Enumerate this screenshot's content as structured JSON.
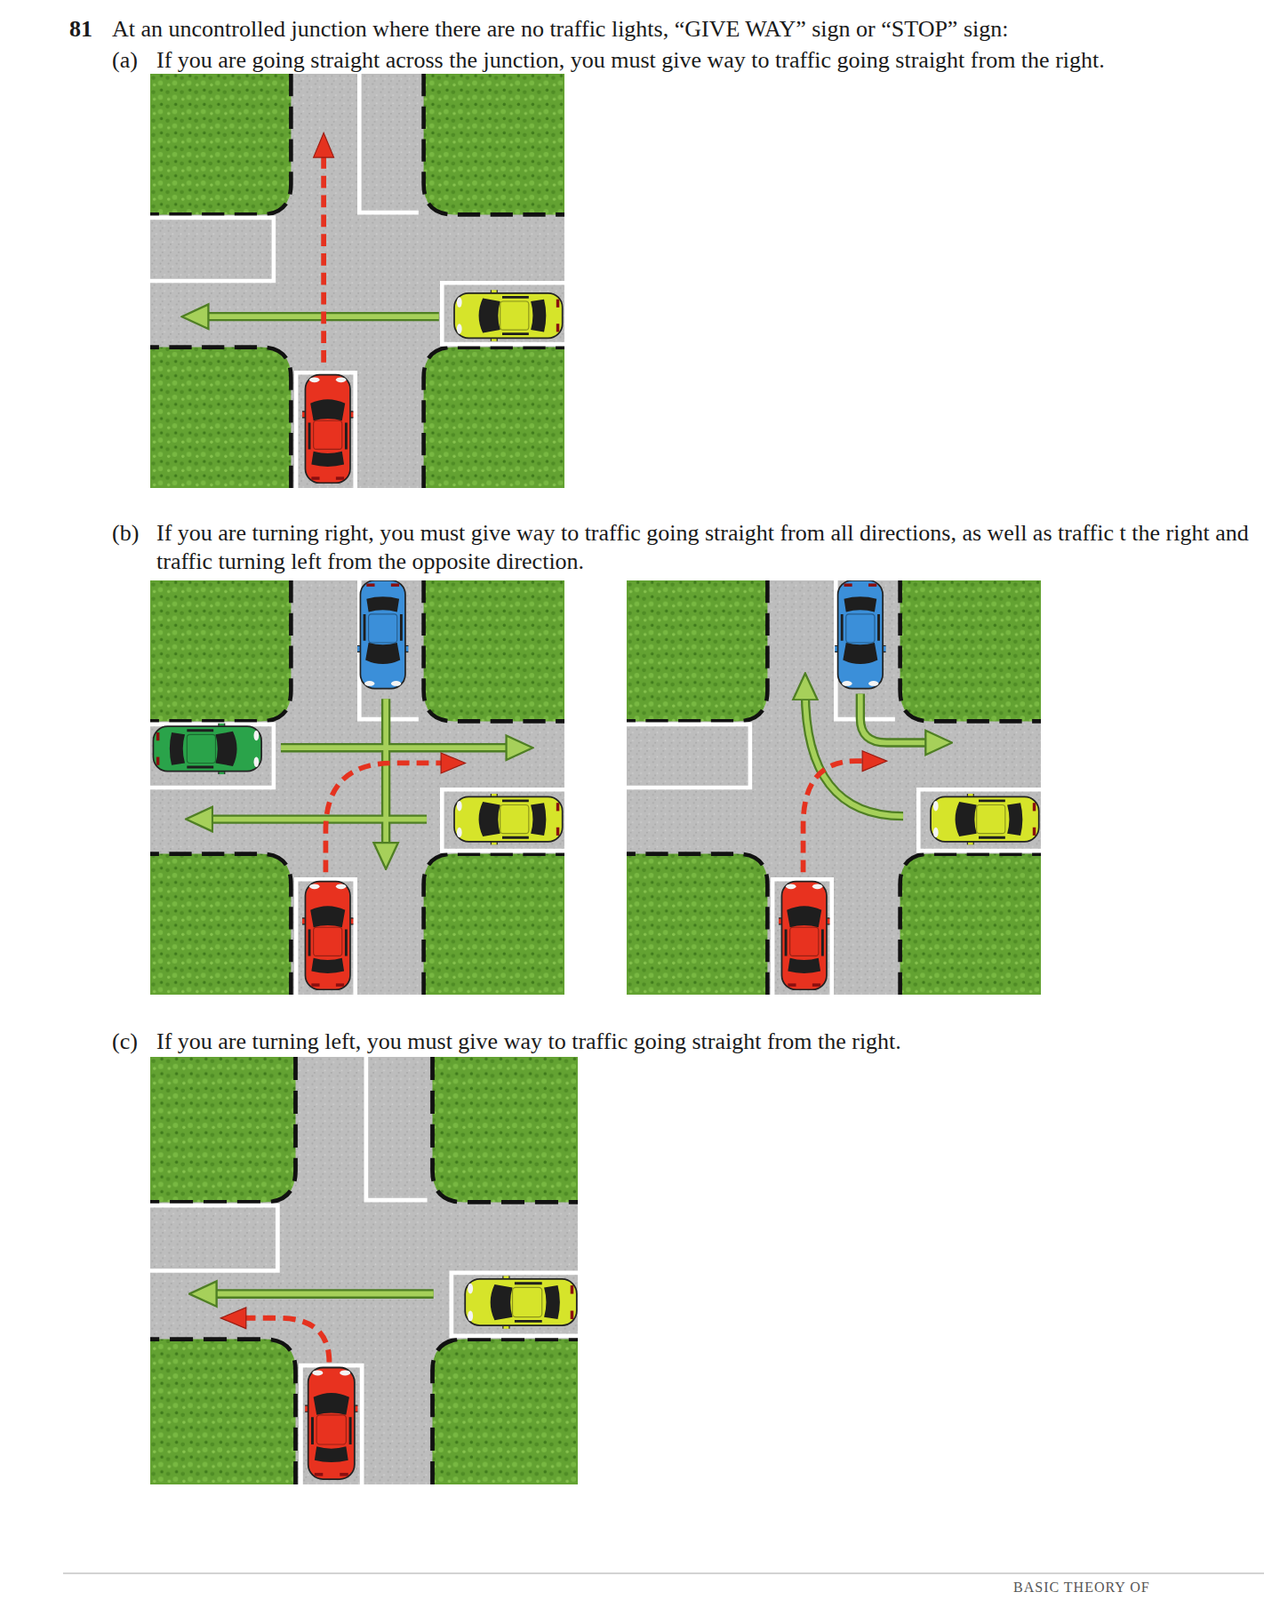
{
  "diagram": {
    "labels": [
      "81",
      "At an uncontrolled junction where there are no traffic lights, “GIVE WAY” sign or “STOP” sign:",
      "(a)",
      "If you are going straight across the junction, you must give way to traffic going straight from the right.",
      "(b)",
      "If you are turning right, you must give way to traffic going straight from all directions, as well as traffic t the right and traffic turning left from the opposite direction.",
      "(c)",
      "If you are turning left, you must give way to traffic going straight from the right.",
      "BASIC THEORY OF"
    ]
  }
}
